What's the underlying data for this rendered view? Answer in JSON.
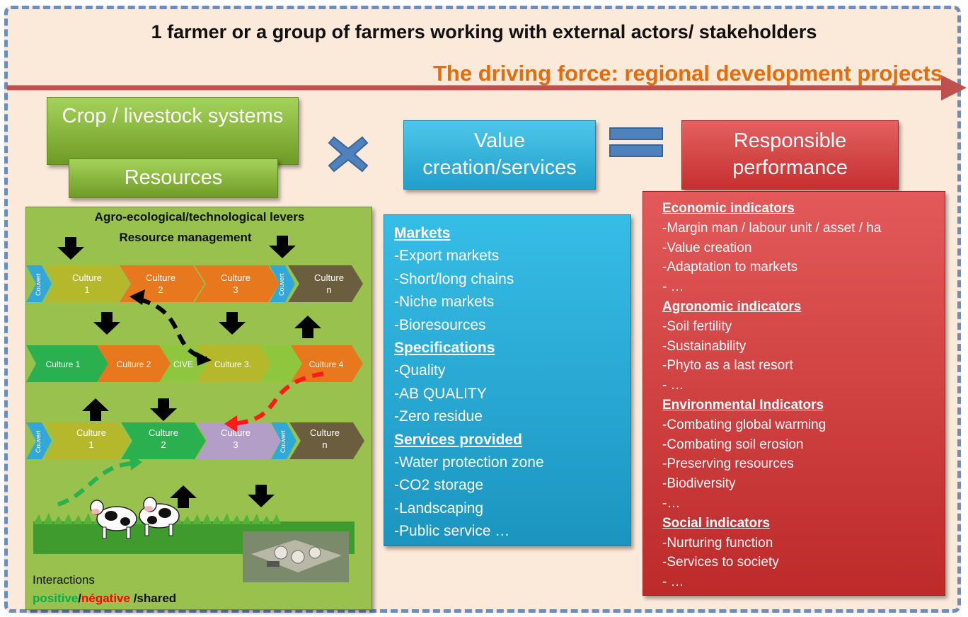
{
  "title": "1 farmer or a group of farmers working with external actors/ stakeholders",
  "driving_force": "The driving force: regional development projects",
  "boxes": {
    "crop_livestock": "Crop / livestock systems",
    "resources": "Resources",
    "value_creation": "Value creation/services",
    "responsible_performance": "Responsible performance"
  },
  "operators": {
    "times_icon": "multiply-icon",
    "equals_icon": "equals-icon"
  },
  "levers": {
    "title": "Agro-ecological/technological levers",
    "subtitle": "Resource management"
  },
  "rotations": {
    "row1": [
      "Culture 1",
      "Culture 2",
      "Culture 3",
      "Culture n"
    ],
    "row2": [
      "Culture 1",
      "Culture 2",
      "CIVE",
      "Culture 3.",
      "Culture 4"
    ],
    "row3": [
      "Culture 1",
      "Culture 2",
      "Culture 3",
      "Culture n"
    ],
    "cover_label": "Couvert"
  },
  "interactions": {
    "label": "Interactions",
    "positive": "positive",
    "negative": "négative",
    "shared": "/shared",
    "colors": {
      "positive": "#00b050",
      "negative": "#ff0000"
    }
  },
  "value_panel": [
    {
      "text": "Markets",
      "head": true
    },
    {
      "text": "-Export markets",
      "head": false
    },
    {
      "text": "-Short/long chains",
      "head": false
    },
    {
      "text": "-Niche markets",
      "head": false
    },
    {
      "text": "-Bioresources",
      "head": false
    },
    {
      "text": "Specifications",
      "head": true
    },
    {
      "text": "-Quality",
      "head": false
    },
    {
      "text": "-AB QUALITY",
      "head": false
    },
    {
      "text": "-Zero residue",
      "head": false
    },
    {
      "text": "Services provided",
      "head": true
    },
    {
      "text": "-Water protection zone",
      "head": false
    },
    {
      "text": "-CO2 storage",
      "head": false
    },
    {
      "text": "-Landscaping",
      "head": false
    },
    {
      "text": "-Public service …",
      "head": false
    }
  ],
  "performance_panel": [
    {
      "text": "Economic indicators",
      "head": true
    },
    {
      "text": "-Margin man / labour unit / asset / ha",
      "head": false
    },
    {
      "text": "-Value creation",
      "head": false
    },
    {
      "text": "-Adaptation to markets",
      "head": false
    },
    {
      "text": "- …",
      "head": false
    },
    {
      "text": "Agronomic indicators",
      "head": true
    },
    {
      "text": "-Soil fertility",
      "head": false
    },
    {
      "text": "-Sustainability",
      "head": false
    },
    {
      "text": "-Phyto as a last resort",
      "head": false
    },
    {
      "text": "- …",
      "head": false
    },
    {
      "text": "Environmental Indicators",
      "head": true
    },
    {
      "text": "-Combating global warming",
      "head": false
    },
    {
      "text": "-Combating soil erosion",
      "head": false
    },
    {
      "text": "-Preserving resources",
      "head": false
    },
    {
      "text": "-Biodiversity",
      "head": false
    },
    {
      "text": " -…",
      "head": false
    },
    {
      "text": "Social indicators",
      "head": true
    },
    {
      "text": "-Nurturing function",
      "head": false
    },
    {
      "text": "-Services to society",
      "head": false
    },
    {
      "text": "- …",
      "head": false
    }
  ],
  "colors": {
    "orange_text": "#e46c0a",
    "arrow": "#c0504d",
    "green": "#9bbb59",
    "blue": "#31b5e0",
    "red": "#d63b3b",
    "operator": "#4f81bd"
  }
}
